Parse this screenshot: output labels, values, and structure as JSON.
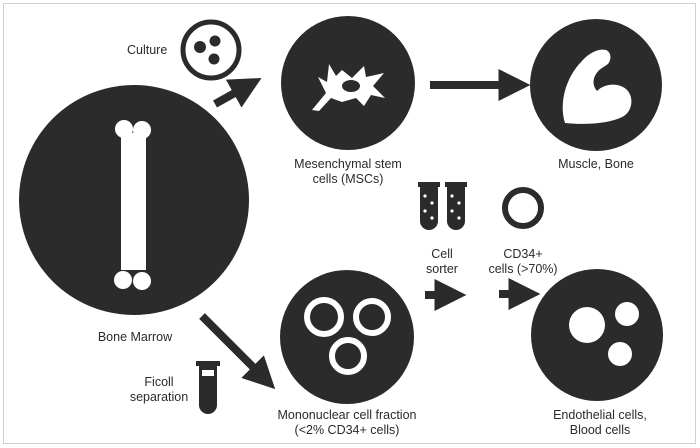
{
  "colors": {
    "fill": "#2b2b2b",
    "background": "#ffffff",
    "text": "#2b2b2b"
  },
  "labels": {
    "culture": "Culture",
    "msc_line1": "Mesenchymal stem",
    "msc_line2": "cells (MSCs)",
    "muscle_bone": "Muscle, Bone",
    "bone_marrow": "Bone Marrow",
    "cell_sorter_line1": "Cell",
    "cell_sorter_line2": "sorter",
    "cd34_line1": "CD34+",
    "cd34_line2": "cells (>70%)",
    "ficoll_line1": "Ficoll",
    "ficoll_line2": "separation",
    "mononuclear_line1": "Mononuclear cell fraction",
    "mononuclear_line2": "(<2% CD34+ cells)",
    "endothelial_line1": "Endothelial cells,",
    "endothelial_line2": "Blood cells"
  },
  "icons": [
    "bone-icon",
    "culture-dish-icon",
    "mesenchymal-cell-icon",
    "flexed-arm-icon",
    "test-tube-icon",
    "cell-ring-icon",
    "mononuclear-cells-icon",
    "blood-cells-icon"
  ]
}
